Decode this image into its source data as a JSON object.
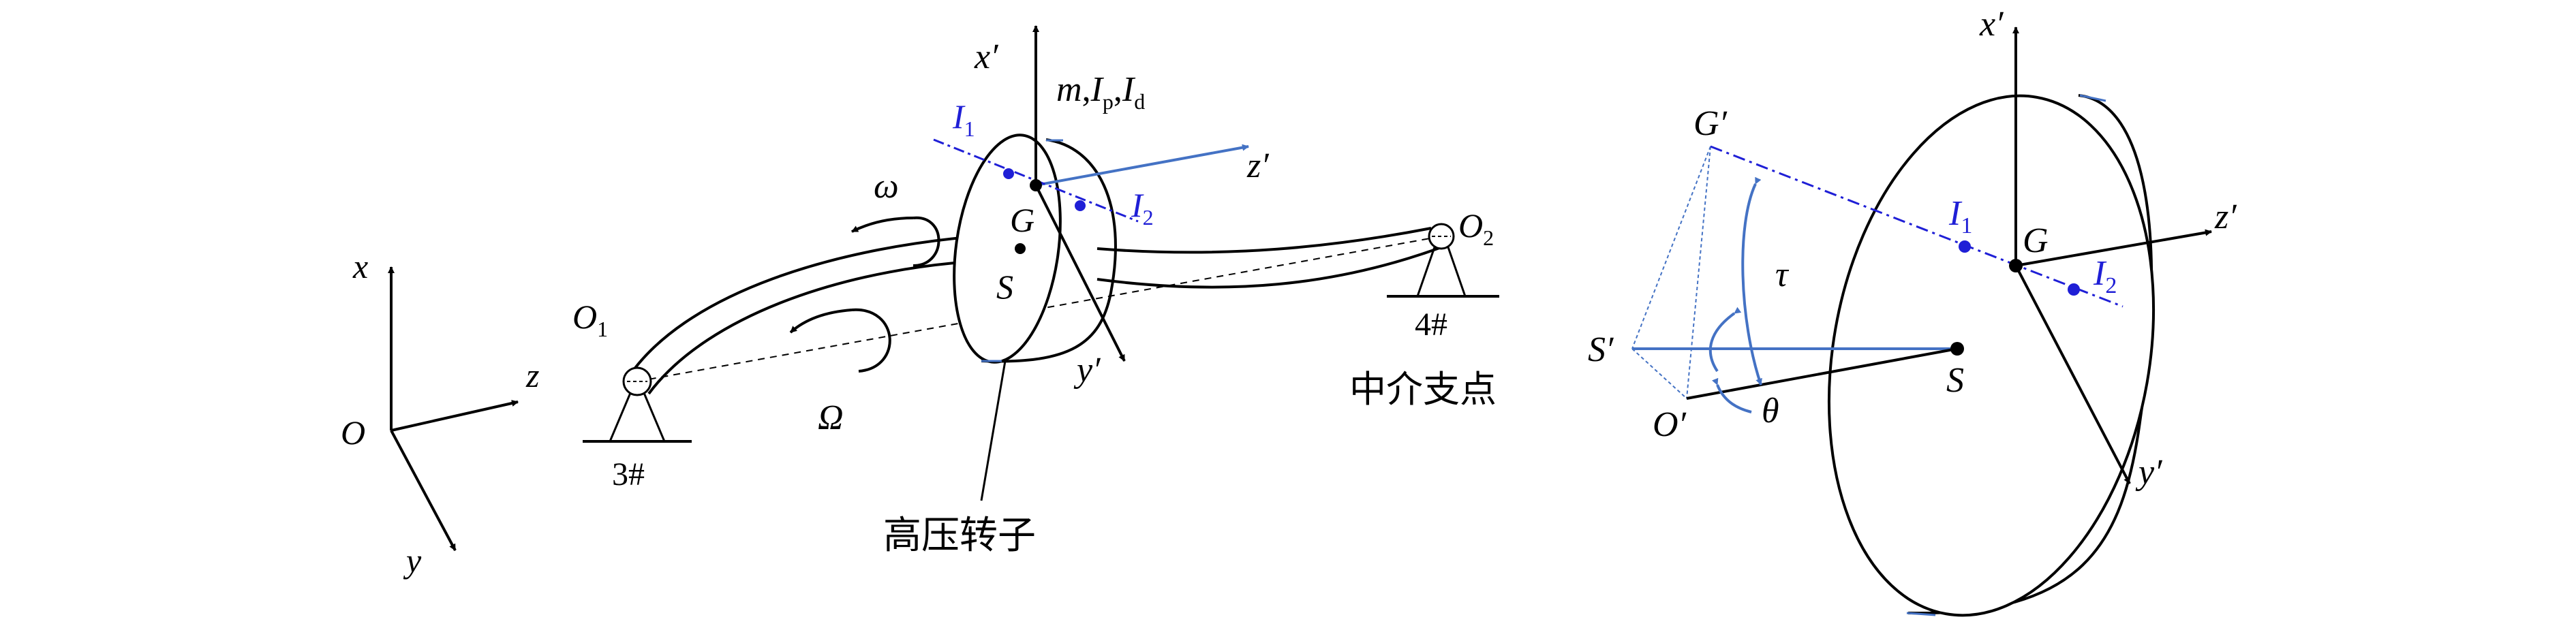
{
  "colors": {
    "ink": "#000000",
    "axis_blue": "#4472c4",
    "inertia_blue": "#1f1fd6"
  },
  "left_figure": {
    "global_axes": {
      "origin": "O",
      "x": "x",
      "y": "y",
      "z": "z"
    },
    "left_bearing": {
      "point": "O",
      "point_sub": "1",
      "support": "3#"
    },
    "right_bearing": {
      "point": "O",
      "point_sub": "2",
      "support": "4#",
      "caption": "中介支点"
    },
    "disk_params": {
      "m": "m",
      "ip_base": "I",
      "ip_sub": "p",
      "id_base": "I",
      "id_sub": "d",
      "sep": ","
    },
    "spin_speed": "ω",
    "whirl_speed": "Ω",
    "center_G": "G",
    "center_S": "S",
    "local_x": "x′",
    "local_y": "y′",
    "local_z": "z′",
    "inertia_1": {
      "base": "I",
      "sub": "1"
    },
    "inertia_2": {
      "base": "I",
      "sub": "2"
    },
    "rotor_caption": "高压转子"
  },
  "right_figure": {
    "G_prime": "G′",
    "S_prime": "S′",
    "O_prime": "O′",
    "S": "S",
    "G": "G",
    "tau": "τ",
    "theta": "θ",
    "x_prime": "x′",
    "y_prime": "y′",
    "z_prime": "z′",
    "inertia_1": {
      "base": "I",
      "sub": "1"
    },
    "inertia_2": {
      "base": "I",
      "sub": "2"
    }
  }
}
